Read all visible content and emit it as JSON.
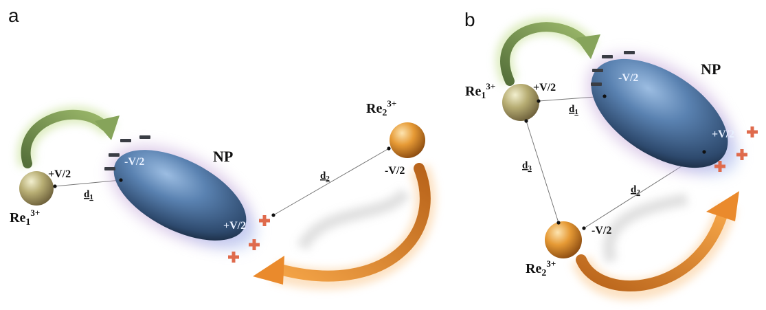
{
  "panels": [
    {
      "id": "a",
      "label": "a",
      "nanoparticle": {
        "label": "NP",
        "left_charge": "-V/2",
        "right_charge": "+V/2"
      },
      "ion1": {
        "base": "Re",
        "sub": "1",
        "sup": "3+",
        "charge": "+V/2"
      },
      "ion2": {
        "base": "Re",
        "sub": "2",
        "sup": "3+",
        "charge": "-V/2"
      },
      "distances": [
        {
          "base": "d",
          "sub": "1"
        },
        {
          "base": "d",
          "sub": "2"
        }
      ]
    },
    {
      "id": "b",
      "label": "b",
      "nanoparticle": {
        "label": "NP",
        "left_charge": "-V/2",
        "right_charge": "+V/2"
      },
      "ion1": {
        "base": "Re",
        "sub": "1",
        "sup": "3+",
        "charge": "+V/2"
      },
      "ion2": {
        "base": "Re",
        "sub": "2",
        "sup": "3+",
        "charge": "-V/2"
      },
      "distances": [
        {
          "base": "d",
          "sub": "1"
        },
        {
          "base": "d",
          "sub": "2"
        },
        {
          "base": "d",
          "sub": "3"
        }
      ]
    }
  ],
  "colors": {
    "np_body": "#3f6796",
    "np_highlight": "#8db0d8",
    "ion1": "#b7ad73",
    "ion2": "#e28f1f",
    "green_arrow": "#7d9852",
    "orange_arrow": "#e9892b",
    "plus_sign": "#df6a4c",
    "minus_sign": "#3a3d44"
  }
}
